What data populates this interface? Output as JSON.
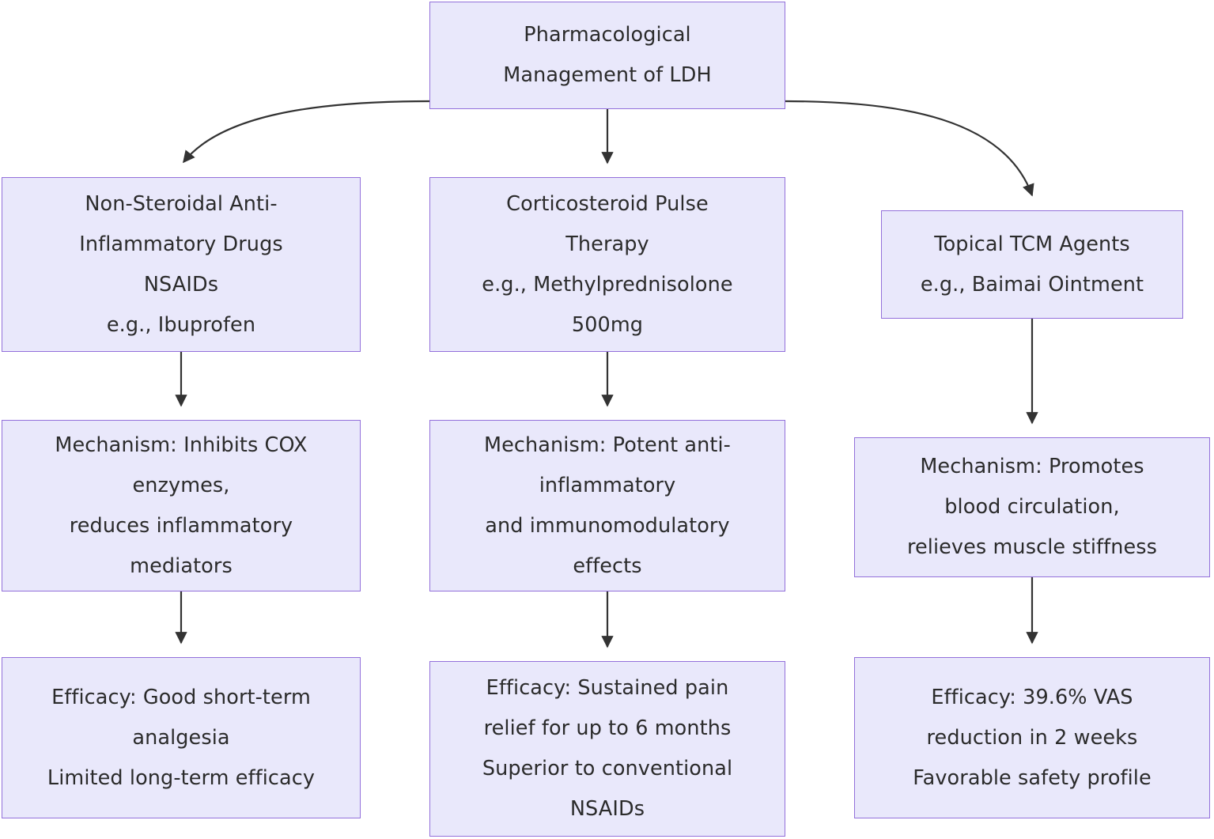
{
  "diagram": {
    "title": "Pharmacological Management of LDH",
    "colors": {
      "node_fill": "#E9E8FB",
      "node_border": "#9370DB",
      "edge": "#333333",
      "text": "#2b2b2b",
      "background": "#FFFFFF"
    },
    "nodes": {
      "root": {
        "label": "Pharmacological\nManagement of LDH"
      },
      "nsaids": {
        "label": "Non-Steroidal Anti-\nInflammatory Drugs\nNSAIDs\ne.g., Ibuprofen"
      },
      "nsaids_mechanism": {
        "label": "Mechanism: Inhibits COX\nenzymes,\nreduces inflammatory\nmediators"
      },
      "nsaids_efficacy": {
        "label": "Efficacy: Good short-term\nanalgesia\nLimited long-term efficacy"
      },
      "corticosteroid": {
        "label": "Corticosteroid Pulse\nTherapy\ne.g., Methylprednisolone\n500mg"
      },
      "corticosteroid_mechanism": {
        "label": "Mechanism: Potent anti-\ninflammatory\nand immunomodulatory\neffects"
      },
      "corticosteroid_efficacy": {
        "label": "Efficacy: Sustained pain\nrelief for up to 6 months\nSuperior to conventional\nNSAIDs"
      },
      "tcm": {
        "label": "Topical TCM Agents\ne.g., Baimai Ointment"
      },
      "tcm_mechanism": {
        "label": "Mechanism: Promotes\nblood circulation,\nrelieves muscle stiffness"
      },
      "tcm_efficacy": {
        "label": "Efficacy: 39.6% VAS\nreduction in 2 weeks\nFavorable safety profile"
      }
    },
    "edges": [
      {
        "from": "root",
        "to": "nsaids",
        "style": "curved"
      },
      {
        "from": "root",
        "to": "corticosteroid",
        "style": "straight"
      },
      {
        "from": "root",
        "to": "tcm",
        "style": "curved"
      },
      {
        "from": "nsaids",
        "to": "nsaids_mechanism",
        "style": "straight"
      },
      {
        "from": "nsaids_mechanism",
        "to": "nsaids_efficacy",
        "style": "straight"
      },
      {
        "from": "corticosteroid",
        "to": "corticosteroid_mechanism",
        "style": "straight"
      },
      {
        "from": "corticosteroid_mechanism",
        "to": "corticosteroid_efficacy",
        "style": "straight"
      },
      {
        "from": "tcm",
        "to": "tcm_mechanism",
        "style": "straight"
      },
      {
        "from": "tcm_mechanism",
        "to": "tcm_efficacy",
        "style": "straight"
      }
    ]
  }
}
